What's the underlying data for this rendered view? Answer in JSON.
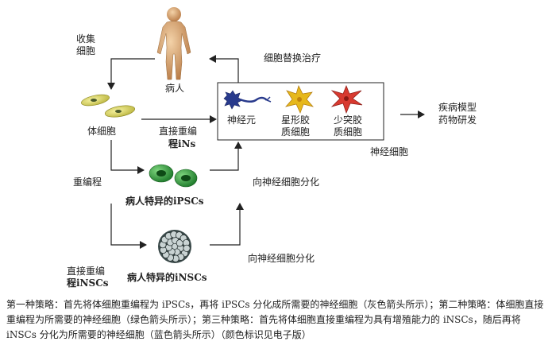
{
  "labels": {
    "collect_l1": "收集",
    "collect_l2": "细胞",
    "patient": "病人",
    "replace_therapy": "细胞替换治疗",
    "somatic_cell": "体细胞",
    "direct_ins_l1": "直接重编",
    "direct_ins_l2": "程iNs",
    "neuron": "神经元",
    "astrocyte_l1": "星形胶",
    "astrocyte_l2": "质细胞",
    "oligo_l1": "少突胶",
    "oligo_l2": "质细胞",
    "disease_l1": "疾病模型",
    "disease_l2": "药物研发",
    "neural_cells": "神经细胞",
    "reprogram": "重编程",
    "ipsc": "病人特异的iPSCs",
    "diff1": "向神经细胞分化",
    "diff2": "向神经细胞分化",
    "direct_insc_l1": "直接重编",
    "direct_insc_l2": "程iNSCs",
    "insc": "病人特异的iNSCs"
  },
  "caption": "第一种策略：首先将体细胞重编程为 iPSCs，再将 iPSCs 分化成所需要的神经细胞（灰色箭头所示）；第二种策略：体细胞直接重编程为所需要的神经细胞（绿色箭头所示）；第三种策略：首先将体细胞直接重编程为具有增殖能力的 iNSCs，随后再将 iNSCs 分化为所需要的神经细胞（蓝色箭头所示）（颜色标识见电子版）"
}
